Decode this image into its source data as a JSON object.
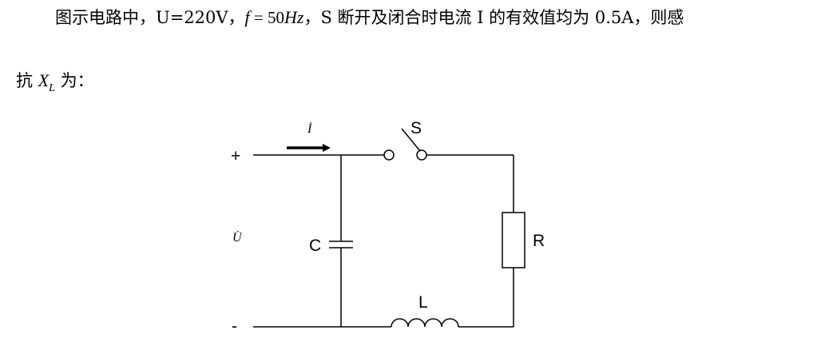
{
  "problem": {
    "line1": {
      "prefix": "图示电路中，U=220V，",
      "f_symbol": "f",
      "f_value": " = 50",
      "f_unit": "Hz",
      "suffix": "，S 断开及闭合时电流 I 的有效值均为 0.5A，则感"
    },
    "line2": {
      "prefix": "抗 ",
      "x_symbol": "X",
      "x_sub": "L",
      "suffix": " 为："
    }
  },
  "circuit": {
    "plus_label": "+",
    "minus_label": "-",
    "current_label": "İ",
    "voltage_label": "U̇",
    "switch_label": "S",
    "capacitor_label": "C",
    "resistor_label": "R",
    "inductor_label": "L"
  }
}
